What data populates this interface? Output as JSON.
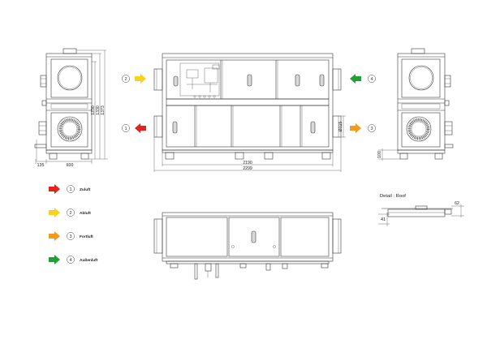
{
  "drawing": {
    "left_view": {
      "dim_1230": "1230",
      "dim_1330": "1330",
      "dim_1373": "1373",
      "dim_135": "135",
      "dim_600": "600"
    },
    "front_view": {
      "dim_2190": "2190",
      "dim_2299": "2299",
      "dim_duct": "Ø315"
    },
    "right_view": {
      "dim_100": "100"
    },
    "roof_detail": {
      "title": "Detail : Roof",
      "dim_62": "62",
      "dim_41": "41"
    }
  },
  "flow_markers": {
    "left_top": {
      "number": "2",
      "arrow_color": "#f7d21e",
      "direction": "right"
    },
    "left_bottom": {
      "number": "1",
      "arrow_color": "#e3231b",
      "direction": "left"
    },
    "right_top": {
      "number": "4",
      "arrow_color": "#22a038",
      "direction": "left"
    },
    "right_bottom": {
      "number": "3",
      "arrow_color": "#f39a1c",
      "direction": "right"
    }
  },
  "legend": {
    "items": [
      {
        "number": "1",
        "label": "Zuluft",
        "arrow_color": "#e3231b",
        "icon": "red-arrow-icon"
      },
      {
        "number": "2",
        "label": "Abluft",
        "arrow_color": "#f7d21e",
        "icon": "yellow-arrow-icon"
      },
      {
        "number": "3",
        "label": "Fortluft",
        "arrow_color": "#f39a1c",
        "icon": "orange-arrow-icon"
      },
      {
        "number": "4",
        "label": "Außenluft",
        "arrow_color": "#22a038",
        "icon": "green-arrow-icon"
      }
    ]
  },
  "colors": {
    "line": "#3a3a3a",
    "background": "#ffffff"
  }
}
